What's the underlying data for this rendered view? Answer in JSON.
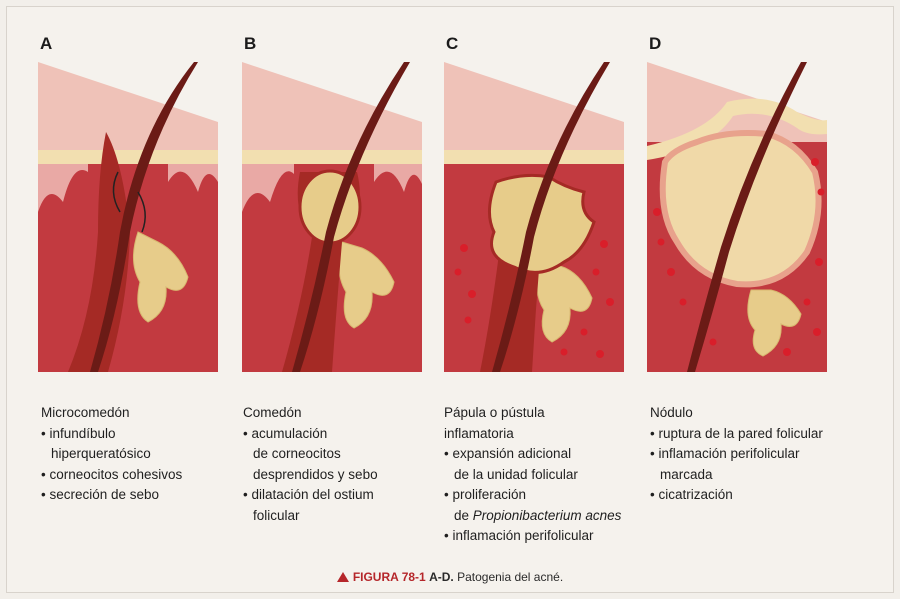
{
  "colors": {
    "dermis": "#c23a40",
    "epidermis_pink": "#efc2b8",
    "stratum_corneum": "#f2dfb0",
    "sebum": "#e7cc8a",
    "hair": "#6b1b16",
    "inflammation": "#d91e2a",
    "accent_red": "#b5262a"
  },
  "panels": [
    {
      "letter": "A",
      "title": "Microcomedón",
      "lines": [
        {
          "kind": "bullet",
          "text": "infundíbulo"
        },
        {
          "kind": "cont",
          "text": "hiperqueratósico"
        },
        {
          "kind": "bullet",
          "text": "corneocitos cohesivos"
        },
        {
          "kind": "bullet",
          "text": "secreción de sebo"
        }
      ]
    },
    {
      "letter": "B",
      "title": "Comedón",
      "lines": [
        {
          "kind": "bullet",
          "text": "acumulación"
        },
        {
          "kind": "cont",
          "text": "de corneocitos"
        },
        {
          "kind": "cont",
          "text": "desprendidos y sebo"
        },
        {
          "kind": "bullet",
          "text": "dilatación del ostium"
        },
        {
          "kind": "cont",
          "text": "folicular"
        }
      ]
    },
    {
      "letter": "C",
      "title": "Pápula o pústula",
      "title2": "inflamatoria",
      "lines": [
        {
          "kind": "bullet",
          "text": "expansión adicional"
        },
        {
          "kind": "cont",
          "text": "de la unidad folicular"
        },
        {
          "kind": "bullet",
          "text": "proliferación"
        }
      ],
      "prefix": "de ",
      "italic": "Propionibacterium acnes",
      "last": "inflamación perifolicular"
    },
    {
      "letter": "D",
      "title": "Nódulo",
      "lines": [
        {
          "kind": "bullet",
          "text": "ruptura de la pared folicular"
        },
        {
          "kind": "bullet",
          "text": "inflamación perifolicular"
        },
        {
          "kind": "cont",
          "text": "marcada"
        },
        {
          "kind": "bullet",
          "text": "cicatrización"
        }
      ]
    }
  ],
  "figure": {
    "label": "FIGURA 78-1",
    "parts": "A-D.",
    "text": "Patogenia del acné."
  }
}
